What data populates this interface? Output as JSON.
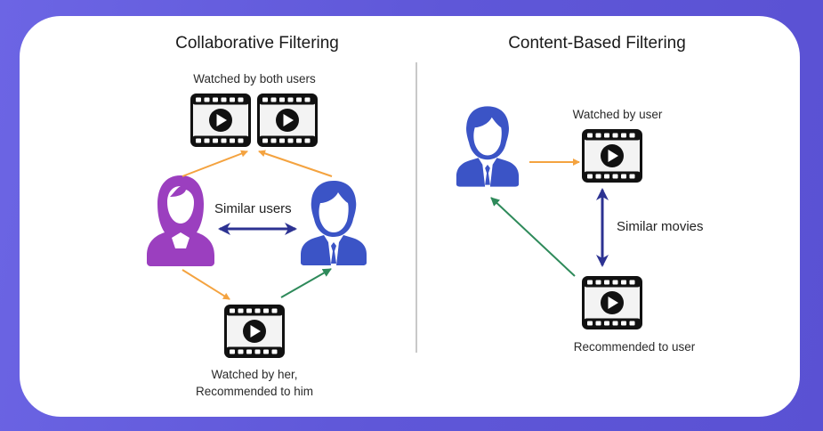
{
  "colors": {
    "background_left": "#6c65e4",
    "background_right": "#5a51d3",
    "card": "#ffffff",
    "woman": "#9b3fbf",
    "man": "#3b54c6",
    "orange_arrow": "#f4a340",
    "green_arrow": "#2e8a5a",
    "similar_arrow": "#2c3292",
    "divider": "#c9c9c9"
  },
  "collaborative": {
    "title": "Collaborative Filtering",
    "watched_both_label": "Watched by both users",
    "similar_users_label": "Similar users",
    "bottom_label_line1": "Watched by her,",
    "bottom_label_line2": "Recommended to him",
    "icons": {
      "user_a": "woman-user-icon",
      "user_b": "man-user-icon",
      "movie": "film-play-icon"
    }
  },
  "content_based": {
    "title": "Content-Based Filtering",
    "watched_label": "Watched by user",
    "similar_movies_label": "Similar movies",
    "recommended_label": "Recommended to user",
    "icons": {
      "user": "man-user-icon",
      "movie": "film-play-icon"
    }
  }
}
